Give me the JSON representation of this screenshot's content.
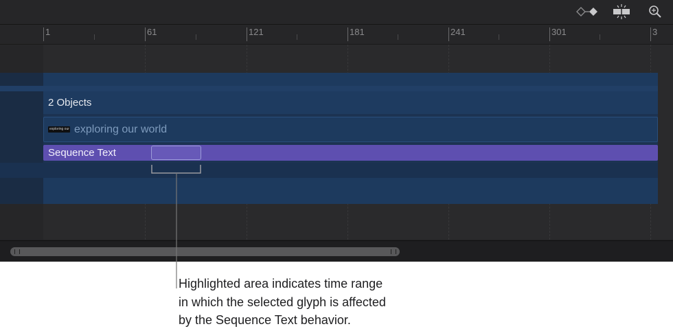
{
  "toolbar": {
    "icons": [
      "keyframe-navigator-icon",
      "split-view-icon",
      "zoom-icon"
    ]
  },
  "ruler": {
    "labels": [
      "1",
      "61",
      "121",
      "181",
      "241",
      "301",
      "3"
    ]
  },
  "tracks": {
    "group_label": "2 Objects",
    "text_layer_label": "exploring our world",
    "text_layer_thumbnail": "exploring our world",
    "behavior_label": "Sequence Text"
  },
  "callout": {
    "line1": "Highlighted area indicates time range",
    "line2": "in which the selected glyph is affected",
    "line3": "by the Sequence Text behavior."
  },
  "colors": {
    "track_blue": "#1f3a5c",
    "behavior_purple": "#5e4fb0",
    "background": "#222224"
  }
}
